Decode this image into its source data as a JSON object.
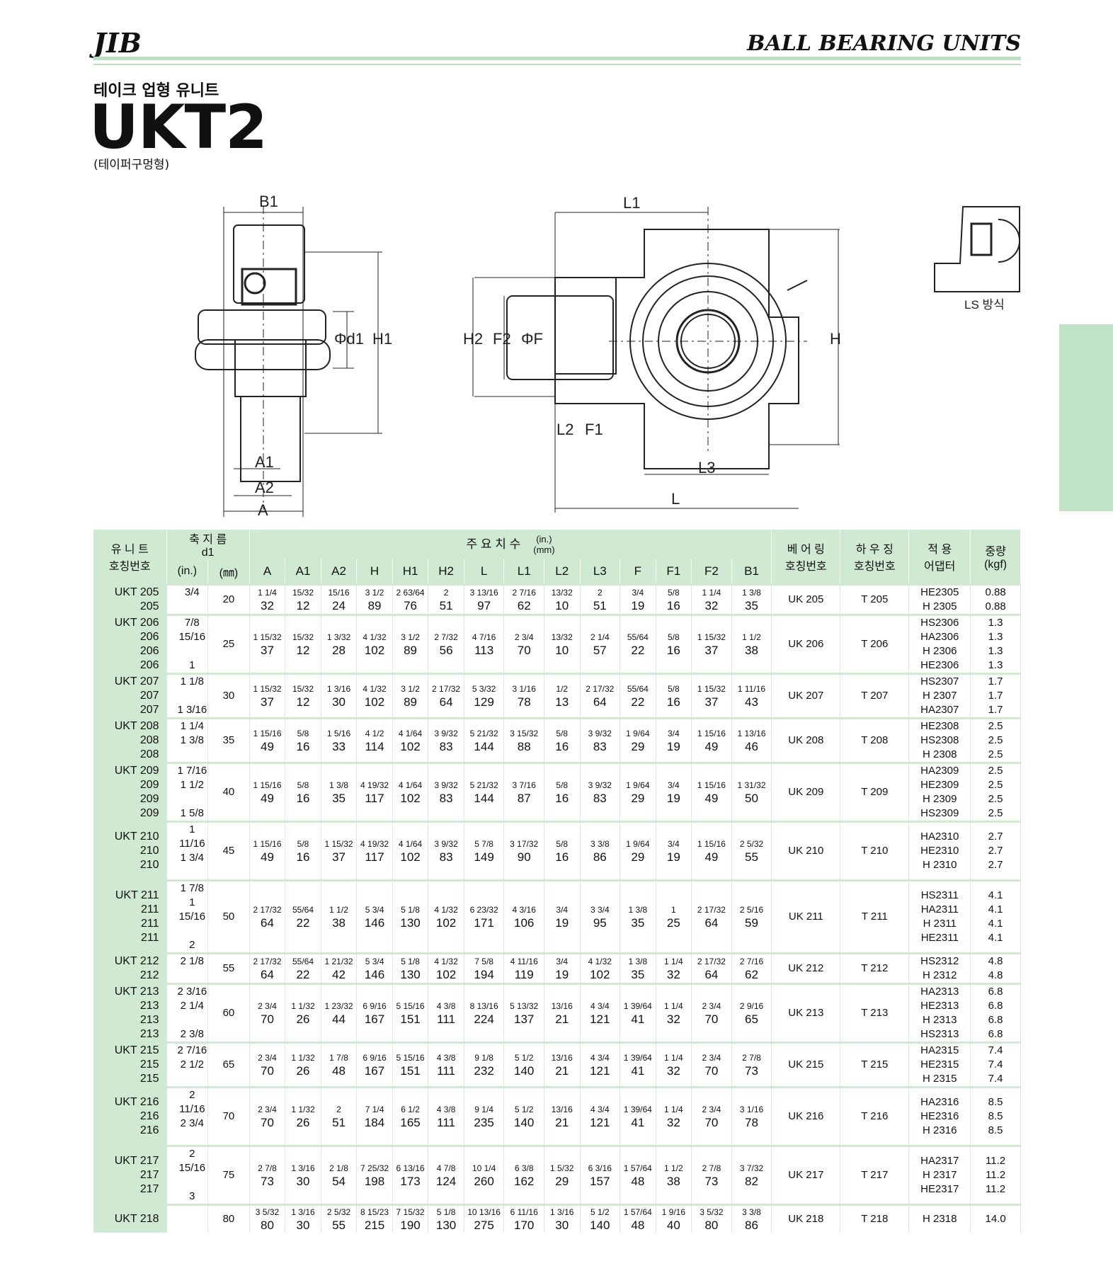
{
  "header": {
    "brand": "JIB",
    "series": "BALL BEARING UNITS"
  },
  "product": {
    "category_ko": "테이크 업형 유니트",
    "model": "UKT2",
    "type_ko": "(테이퍼구멍형)",
    "ls_label": "LS 방식"
  },
  "colors": {
    "accent": "#cfe9d2",
    "rule": "#b9dfc0",
    "tab": "#bfe3c4"
  },
  "drawing_labels": {
    "B1": "B1",
    "A1": "A1",
    "A2": "A2",
    "A": "A",
    "d1": "Φd1",
    "H1": "H1",
    "L1": "L1",
    "H2": "H2",
    "F2": "F2",
    "F": "ΦF",
    "L2": "L2",
    "F1": "F1",
    "L3": "L3",
    "L": "L",
    "H": "H"
  },
  "table": {
    "h_unit": "유 니 트",
    "h_unit2": "호칭번호",
    "h_shaft": "축 지 름",
    "h_shaft2": "d1",
    "h_in": "(in.)",
    "h_mm": "(㎜)",
    "h_dims": "주 요 치 수",
    "h_dims_units": "(in.)\n(mm)",
    "h_bearing": "베 어 링",
    "h_bearing2": "호칭번호",
    "h_housing": "하 우 징",
    "h_housing2": "호칭번호",
    "h_adapter": "적  용",
    "h_adapter2": "어댑터",
    "h_mass": "중량",
    "h_mass2": "(kgf)",
    "dim_cols": [
      "A",
      "A1",
      "A2",
      "H",
      "H1",
      "H2",
      "L",
      "L1",
      "L2",
      "L3",
      "F",
      "F1",
      "F2",
      "B1"
    ],
    "rows": [
      {
        "units": [
          "UKT 205",
          "205"
        ],
        "inch": [
          "3/4",
          ""
        ],
        "mm": "20",
        "dims": [
          [
            "1 1/4",
            "32"
          ],
          [
            "15/32",
            "12"
          ],
          [
            "15/16",
            "24"
          ],
          [
            "3 1/2",
            "89"
          ],
          [
            "2 63/64",
            "76"
          ],
          [
            "2",
            "51"
          ],
          [
            "3 13/16",
            "97"
          ],
          [
            "2 7/16",
            "62"
          ],
          [
            "13/32",
            "10"
          ],
          [
            "2",
            "51"
          ],
          [
            "3/4",
            "19"
          ],
          [
            "5/8",
            "16"
          ],
          [
            "1 1/4",
            "32"
          ],
          [
            "1 3/8",
            "35"
          ]
        ],
        "bearing": "UK 205",
        "housing": "T 205",
        "adapters": [
          "HE2305",
          "H 2305"
        ],
        "mass": [
          "0.88",
          "0.88"
        ]
      },
      {
        "units": [
          "UKT 206",
          "206",
          "206",
          "206"
        ],
        "inch": [
          "7/8",
          "15/16",
          "",
          "1"
        ],
        "mm": "25",
        "dims": [
          [
            "1 15/32",
            "37"
          ],
          [
            "15/32",
            "12"
          ],
          [
            "1 3/32",
            "28"
          ],
          [
            "4 1/32",
            "102"
          ],
          [
            "3 1/2",
            "89"
          ],
          [
            "2 7/32",
            "56"
          ],
          [
            "4 7/16",
            "113"
          ],
          [
            "2 3/4",
            "70"
          ],
          [
            "13/32",
            "10"
          ],
          [
            "2 1/4",
            "57"
          ],
          [
            "55/64",
            "22"
          ],
          [
            "5/8",
            "16"
          ],
          [
            "1 15/32",
            "37"
          ],
          [
            "1 1/2",
            "38"
          ]
        ],
        "bearing": "UK 206",
        "housing": "T 206",
        "adapters": [
          "HS2306",
          "HA2306",
          "H 2306",
          "HE2306"
        ],
        "mass": [
          "1.3",
          "1.3",
          "1.3",
          "1.3"
        ]
      },
      {
        "units": [
          "UKT 207",
          "207",
          "207"
        ],
        "inch": [
          "1 1/8",
          "",
          "1 3/16"
        ],
        "mm": "30",
        "dims": [
          [
            "1 15/32",
            "37"
          ],
          [
            "15/32",
            "12"
          ],
          [
            "1 3/16",
            "30"
          ],
          [
            "4 1/32",
            "102"
          ],
          [
            "3 1/2",
            "89"
          ],
          [
            "2 17/32",
            "64"
          ],
          [
            "5 3/32",
            "129"
          ],
          [
            "3 1/16",
            "78"
          ],
          [
            "1/2",
            "13"
          ],
          [
            "2 17/32",
            "64"
          ],
          [
            "55/64",
            "22"
          ],
          [
            "5/8",
            "16"
          ],
          [
            "1 15/32",
            "37"
          ],
          [
            "1 11/16",
            "43"
          ]
        ],
        "bearing": "UK 207",
        "housing": "T 207",
        "adapters": [
          "HS2307",
          "H 2307",
          "HA2307"
        ],
        "mass": [
          "1.7",
          "1.7",
          "1.7"
        ]
      },
      {
        "units": [
          "UKT 208",
          "208",
          "208"
        ],
        "inch": [
          "1 1/4",
          "1 3/8",
          ""
        ],
        "mm": "35",
        "dims": [
          [
            "1 15/16",
            "49"
          ],
          [
            "5/8",
            "16"
          ],
          [
            "1 5/16",
            "33"
          ],
          [
            "4 1/2",
            "114"
          ],
          [
            "4 1/64",
            "102"
          ],
          [
            "3 9/32",
            "83"
          ],
          [
            "5 21/32",
            "144"
          ],
          [
            "3 15/32",
            "88"
          ],
          [
            "5/8",
            "16"
          ],
          [
            "3 9/32",
            "83"
          ],
          [
            "1 9/64",
            "29"
          ],
          [
            "3/4",
            "19"
          ],
          [
            "1 15/16",
            "49"
          ],
          [
            "1 13/16",
            "46"
          ]
        ],
        "bearing": "UK 208",
        "housing": "T 208",
        "adapters": [
          "HE2308",
          "HS2308",
          "H 2308"
        ],
        "mass": [
          "2.5",
          "2.5",
          "2.5"
        ]
      },
      {
        "units": [
          "UKT 209",
          "209",
          "209",
          "209"
        ],
        "inch": [
          "1 7/16",
          "1 1/2",
          "",
          "1 5/8"
        ],
        "mm": "40",
        "dims": [
          [
            "1 15/16",
            "49"
          ],
          [
            "5/8",
            "16"
          ],
          [
            "1 3/8",
            "35"
          ],
          [
            "4 19/32",
            "117"
          ],
          [
            "4 1/64",
            "102"
          ],
          [
            "3 9/32",
            "83"
          ],
          [
            "5 21/32",
            "144"
          ],
          [
            "3 7/16",
            "87"
          ],
          [
            "5/8",
            "16"
          ],
          [
            "3 9/32",
            "83"
          ],
          [
            "1 9/64",
            "29"
          ],
          [
            "3/4",
            "19"
          ],
          [
            "1 15/16",
            "49"
          ],
          [
            "1 31/32",
            "50"
          ]
        ],
        "bearing": "UK 209",
        "housing": "T 209",
        "adapters": [
          "HA2309",
          "HE2309",
          "H 2309",
          "HS2309"
        ],
        "mass": [
          "2.5",
          "2.5",
          "2.5",
          "2.5"
        ]
      },
      {
        "units": [
          "UKT 210",
          "210",
          "210"
        ],
        "inch": [
          "1 11/16",
          "1 3/4",
          ""
        ],
        "mm": "45",
        "dims": [
          [
            "1 15/16",
            "49"
          ],
          [
            "5/8",
            "16"
          ],
          [
            "1 15/32",
            "37"
          ],
          [
            "4 19/32",
            "117"
          ],
          [
            "4 1/64",
            "102"
          ],
          [
            "3 9/32",
            "83"
          ],
          [
            "5 7/8",
            "149"
          ],
          [
            "3 17/32",
            "90"
          ],
          [
            "5/8",
            "16"
          ],
          [
            "3 3/8",
            "86"
          ],
          [
            "1 9/64",
            "29"
          ],
          [
            "3/4",
            "19"
          ],
          [
            "1 15/16",
            "49"
          ],
          [
            "2 5/32",
            "55"
          ]
        ],
        "bearing": "UK 210",
        "housing": "T 210",
        "adapters": [
          "HA2310",
          "HE2310",
          "H 2310"
        ],
        "mass": [
          "2.7",
          "2.7",
          "2.7"
        ]
      },
      {
        "units": [
          "UKT 211",
          "211",
          "211",
          "211"
        ],
        "inch": [
          "1 7/8",
          "1 15/16",
          "",
          "2"
        ],
        "mm": "50",
        "dims": [
          [
            "2 17/32",
            "64"
          ],
          [
            "55/64",
            "22"
          ],
          [
            "1 1/2",
            "38"
          ],
          [
            "5 3/4",
            "146"
          ],
          [
            "5 1/8",
            "130"
          ],
          [
            "4 1/32",
            "102"
          ],
          [
            "6 23/32",
            "171"
          ],
          [
            "4 3/16",
            "106"
          ],
          [
            "3/4",
            "19"
          ],
          [
            "3 3/4",
            "95"
          ],
          [
            "1 3/8",
            "35"
          ],
          [
            "1",
            "25"
          ],
          [
            "2 17/32",
            "64"
          ],
          [
            "2 5/16",
            "59"
          ]
        ],
        "bearing": "UK 211",
        "housing": "T 211",
        "adapters": [
          "HS2311",
          "HA2311",
          "H 2311",
          "HE2311"
        ],
        "mass": [
          "4.1",
          "4.1",
          "4.1",
          "4.1"
        ]
      },
      {
        "units": [
          "UKT 212",
          "212"
        ],
        "inch": [
          "2 1/8",
          ""
        ],
        "mm": "55",
        "dims": [
          [
            "2 17/32",
            "64"
          ],
          [
            "55/64",
            "22"
          ],
          [
            "1 21/32",
            "42"
          ],
          [
            "5 3/4",
            "146"
          ],
          [
            "5 1/8",
            "130"
          ],
          [
            "4 1/32",
            "102"
          ],
          [
            "7 5/8",
            "194"
          ],
          [
            "4 11/16",
            "119"
          ],
          [
            "3/4",
            "19"
          ],
          [
            "4 1/32",
            "102"
          ],
          [
            "1 3/8",
            "35"
          ],
          [
            "1 1/4",
            "32"
          ],
          [
            "2 17/32",
            "64"
          ],
          [
            "2 7/16",
            "62"
          ]
        ],
        "bearing": "UK 212",
        "housing": "T 212",
        "adapters": [
          "HS2312",
          "H 2312"
        ],
        "mass": [
          "4.8",
          "4.8"
        ]
      },
      {
        "units": [
          "UKT 213",
          "213",
          "213",
          "213"
        ],
        "inch": [
          "2 3/16",
          "2 1/4",
          "",
          "2 3/8"
        ],
        "mm": "60",
        "dims": [
          [
            "2 3/4",
            "70"
          ],
          [
            "1 1/32",
            "26"
          ],
          [
            "1 23/32",
            "44"
          ],
          [
            "6 9/16",
            "167"
          ],
          [
            "5 15/16",
            "151"
          ],
          [
            "4 3/8",
            "111"
          ],
          [
            "8 13/16",
            "224"
          ],
          [
            "5 13/32",
            "137"
          ],
          [
            "13/16",
            "21"
          ],
          [
            "4 3/4",
            "121"
          ],
          [
            "1 39/64",
            "41"
          ],
          [
            "1 1/4",
            "32"
          ],
          [
            "2 3/4",
            "70"
          ],
          [
            "2 9/16",
            "65"
          ]
        ],
        "bearing": "UK 213",
        "housing": "T 213",
        "adapters": [
          "HA2313",
          "HE2313",
          "H 2313",
          "HS2313"
        ],
        "mass": [
          "6.8",
          "6.8",
          "6.8",
          "6.8"
        ]
      },
      {
        "units": [
          "UKT 215",
          "215",
          "215"
        ],
        "inch": [
          "2 7/16",
          "2 1/2",
          ""
        ],
        "mm": "65",
        "dims": [
          [
            "2 3/4",
            "70"
          ],
          [
            "1 1/32",
            "26"
          ],
          [
            "1 7/8",
            "48"
          ],
          [
            "6 9/16",
            "167"
          ],
          [
            "5 15/16",
            "151"
          ],
          [
            "4 3/8",
            "111"
          ],
          [
            "9 1/8",
            "232"
          ],
          [
            "5 1/2",
            "140"
          ],
          [
            "13/16",
            "21"
          ],
          [
            "4 3/4",
            "121"
          ],
          [
            "1 39/64",
            "41"
          ],
          [
            "1 1/4",
            "32"
          ],
          [
            "2 3/4",
            "70"
          ],
          [
            "2 7/8",
            "73"
          ]
        ],
        "bearing": "UK 215",
        "housing": "T 215",
        "adapters": [
          "HA2315",
          "HE2315",
          "H 2315"
        ],
        "mass": [
          "7.4",
          "7.4",
          "7.4"
        ]
      },
      {
        "units": [
          "UKT 216",
          "216",
          "216"
        ],
        "inch": [
          "2 11/16",
          "2 3/4",
          ""
        ],
        "mm": "70",
        "dims": [
          [
            "2 3/4",
            "70"
          ],
          [
            "1 1/32",
            "26"
          ],
          [
            "2",
            "51"
          ],
          [
            "7 1/4",
            "184"
          ],
          [
            "6 1/2",
            "165"
          ],
          [
            "4 3/8",
            "111"
          ],
          [
            "9 1/4",
            "235"
          ],
          [
            "5 1/2",
            "140"
          ],
          [
            "13/16",
            "21"
          ],
          [
            "4 3/4",
            "121"
          ],
          [
            "1 39/64",
            "41"
          ],
          [
            "1 1/4",
            "32"
          ],
          [
            "2 3/4",
            "70"
          ],
          [
            "3 1/16",
            "78"
          ]
        ],
        "bearing": "UK 216",
        "housing": "T 216",
        "adapters": [
          "HA2316",
          "HE2316",
          "H 2316"
        ],
        "mass": [
          "8.5",
          "8.5",
          "8.5"
        ]
      },
      {
        "units": [
          "UKT 217",
          "217",
          "217"
        ],
        "inch": [
          "2 15/16",
          "",
          "3"
        ],
        "mm": "75",
        "dims": [
          [
            "2 7/8",
            "73"
          ],
          [
            "1 3/16",
            "30"
          ],
          [
            "2 1/8",
            "54"
          ],
          [
            "7 25/32",
            "198"
          ],
          [
            "6 13/16",
            "173"
          ],
          [
            "4 7/8",
            "124"
          ],
          [
            "10 1/4",
            "260"
          ],
          [
            "6 3/8",
            "162"
          ],
          [
            "1 5/32",
            "29"
          ],
          [
            "6 3/16",
            "157"
          ],
          [
            "1 57/64",
            "48"
          ],
          [
            "1 1/2",
            "38"
          ],
          [
            "2 7/8",
            "73"
          ],
          [
            "3 7/32",
            "82"
          ]
        ],
        "bearing": "UK 217",
        "housing": "T 217",
        "adapters": [
          "HA2317",
          "H 2317",
          "HE2317"
        ],
        "mass": [
          "11.2",
          "11.2",
          "11.2"
        ]
      },
      {
        "units": [
          "UKT 218"
        ],
        "inch": [
          ""
        ],
        "mm": "80",
        "dims": [
          [
            "3 5/32",
            "80"
          ],
          [
            "1 3/16",
            "30"
          ],
          [
            "2 5/32",
            "55"
          ],
          [
            "8 15/23",
            "215"
          ],
          [
            "7 15/32",
            "190"
          ],
          [
            "5 1/8",
            "130"
          ],
          [
            "10 13/16",
            "275"
          ],
          [
            "6 11/16",
            "170"
          ],
          [
            "1 3/16",
            "30"
          ],
          [
            "5 1/2",
            "140"
          ],
          [
            "1 57/64",
            "48"
          ],
          [
            "1 9/16",
            "40"
          ],
          [
            "3 5/32",
            "80"
          ],
          [
            "3 3/8",
            "86"
          ]
        ],
        "bearing": "UK 218",
        "housing": "T 218",
        "adapters": [
          "H 2318"
        ],
        "mass": [
          "14.0"
        ]
      }
    ]
  }
}
